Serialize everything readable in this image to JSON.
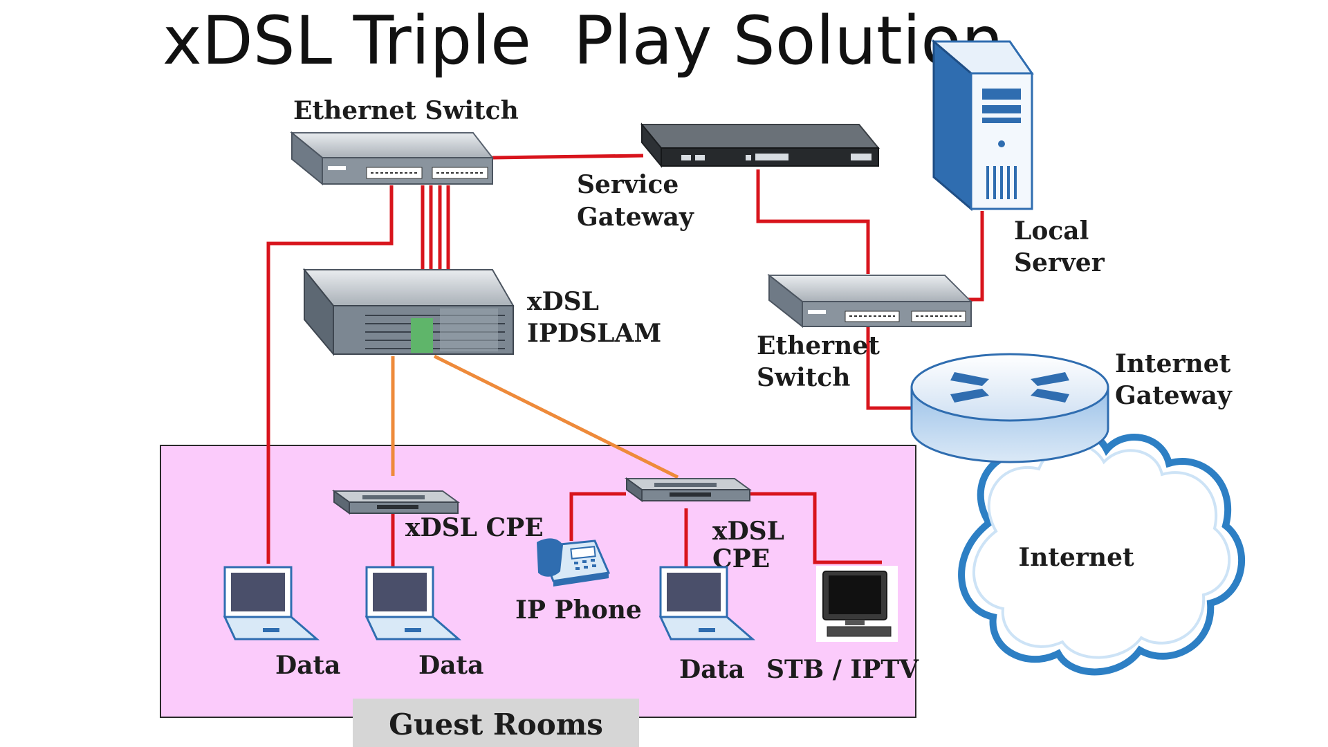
{
  "title": "xDSL Triple  Play Solution",
  "labels": {
    "ethernet_switch_top": "Ethernet Switch",
    "service_gateway_l1": "Service",
    "service_gateway_l2": "Gateway",
    "dslam_l1": "xDSL",
    "dslam_l2": "IPDSLAM",
    "local_server_l1": "Local",
    "local_server_l2": "Server",
    "ethernet_switch_right_l1": "Ethernet",
    "ethernet_switch_right_l2": "Switch",
    "internet_gateway_l1": "Internet",
    "internet_gateway_l2": "Gateway",
    "internet": "Internet",
    "cpe_left": "xDSL CPE",
    "cpe_right_l1": "xDSL",
    "cpe_right_l2": "CPE",
    "ip_phone": "IP Phone",
    "data_1": "Data",
    "data_2": "Data",
    "data_3": "Data",
    "stb_iptv": "STB / IPTV",
    "guest_rooms": "Guest Rooms"
  },
  "colors": {
    "red_link": "#d8141c",
    "orange_link": "#ee8a3a",
    "guest_area": "#fbcbfb",
    "device_blue": "#2f6db0",
    "cloud_blue": "#2d7fc4"
  },
  "icons": [
    "ethernet-switch-icon",
    "service-gateway-icon",
    "dslam-icon",
    "server-icon",
    "router-icon",
    "cloud-icon",
    "cpe-modem-icon",
    "ip-phone-icon",
    "laptop-icon",
    "tv-stb-icon"
  ]
}
